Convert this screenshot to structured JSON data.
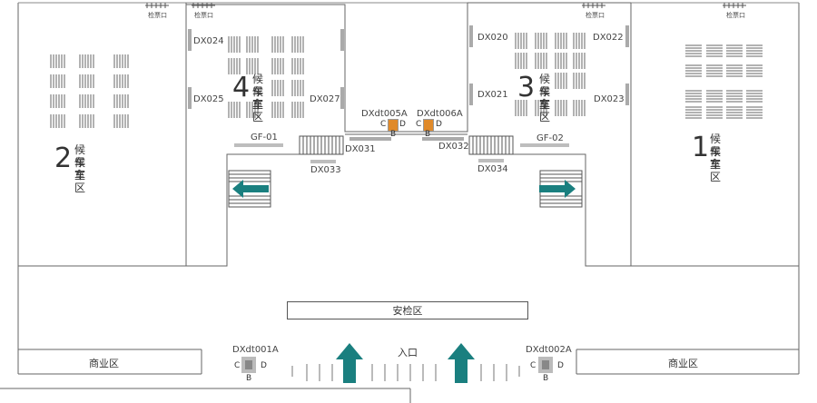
{
  "gates": [
    "检票口",
    "检票口",
    "检票口",
    "检票口"
  ],
  "rooms": {
    "r1": {
      "num": "1",
      "line1": "候车室",
      "line2": "候车区"
    },
    "r2": {
      "num": "2",
      "line1": "候车室",
      "line2": "候车区"
    },
    "r3": {
      "num": "3",
      "line1": "候车室",
      "line2": "候车区"
    },
    "r4": {
      "num": "4",
      "line1": "候车室",
      "line2": "候车区"
    }
  },
  "ads": {
    "dx020": "DX020",
    "dx021": "DX021",
    "dx022": "DX022",
    "dx023": "DX023",
    "dx024": "DX024",
    "dx025": "DX025",
    "dx027": "DX027",
    "dx031": "DX031",
    "dx032": "DX032",
    "dx033": "DX033",
    "dx034": "DX034",
    "gf01": "GF-01",
    "gf02": "GF-02",
    "dxdt005a": "DXdt005A",
    "dxdt006a": "DXdt006A",
    "dxdt001a": "DXdt001A",
    "dxdt002a": "DXdt002A"
  },
  "faces": {
    "c": "C",
    "d": "D",
    "b": "B"
  },
  "labels": {
    "security": "安检区",
    "entrance": "入口",
    "shop_left": "商业区",
    "shop_right": "商业区"
  },
  "colors": {
    "arrow": "#1a7f7f",
    "screen": "#e08a2a",
    "pillar": "#aaaaaa"
  }
}
